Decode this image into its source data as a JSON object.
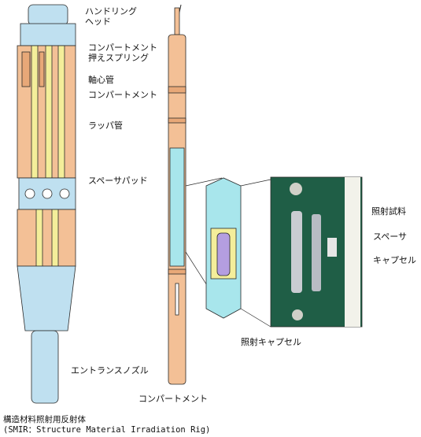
{
  "labels": {
    "handling_head_1": "ハンドリング",
    "handling_head_2": "ヘッド",
    "compartment_spring_1": "コンパートメント",
    "compartment_spring_2": "押えスプリング",
    "axis_tube": "軸心管",
    "compartment_upper": "コンパートメント",
    "wrapper_tube": "ラッパ管",
    "spacer_pad": "スペーサパッド",
    "entrance_nozzle": "エントランスノズル",
    "compartment_bottom": "コンパートメント",
    "irradiation_sample": "照射試料",
    "spacer": "スペーサ",
    "capsule": "キャプセル",
    "irradiation_capsule": "照射キャプセル"
  },
  "caption": {
    "line1": "構造材料照射用反射体",
    "line2": "(SMIR：Structure Material Irradiation Rig)"
  },
  "colors": {
    "blue": "#bfe0f0",
    "cyan": "#a8e6ec",
    "orange": "#f3c096",
    "yellow": "#f4ee9a",
    "purple": "#b49ee0",
    "photo_green": "#1f5e46",
    "outline": "#2a2a2a"
  }
}
